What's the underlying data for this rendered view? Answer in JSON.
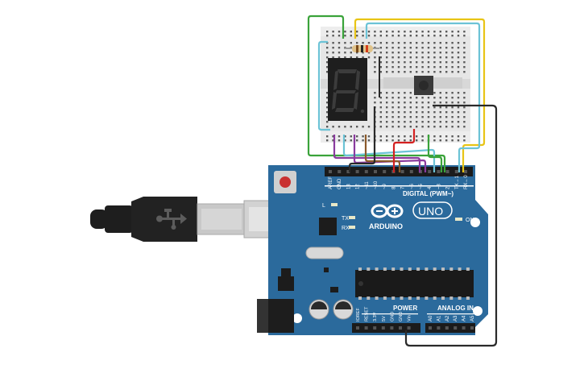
{
  "board": {
    "logo_text": "ARDUINO",
    "model_text": "UNO",
    "digital_label": "DIGITAL (PWM~)",
    "power_label": "POWER",
    "analog_label": "ANALOG IN",
    "on_label": "ON",
    "l_label": "L",
    "tx_label": "TX",
    "rx_label": "RX",
    "digital_pins": [
      "AREF",
      "GND",
      "13",
      "12",
      "~11",
      "~10",
      "~9",
      "8",
      "7",
      "~6",
      "~5",
      "4",
      "~3",
      "2",
      "TX→1",
      "RX←0"
    ],
    "power_pins": [
      "IOREF",
      "RESET",
      "3.3V",
      "5V",
      "GND",
      "GND",
      "Vin"
    ],
    "analog_pins": [
      "A0",
      "A1",
      "A2",
      "A3",
      "A4",
      "A5"
    ]
  },
  "colors": {
    "board": "#2b6a9c",
    "breadboard": "#e6e6e6",
    "wire_yellow": "#e8c415",
    "wire_cyan": "#6cc3d6",
    "wire_green": "#3aa33a",
    "wire_red": "#d42020",
    "wire_purple": "#8a3b9e",
    "wire_brown": "#8b5a2b",
    "wire_black": "#2a2a2a"
  },
  "components": {
    "display": "seven-segment-display",
    "resistor": "resistor",
    "button": "pushbutton",
    "cable": "usb-cable"
  }
}
